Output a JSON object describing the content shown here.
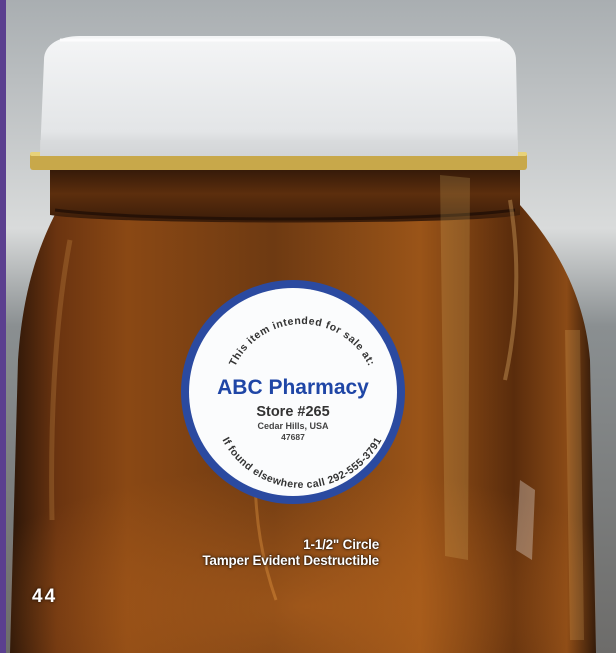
{
  "label": {
    "arc_top": "This item intended for sale at:",
    "arc_bottom": "If found elsewhere call 292-555-3791",
    "pharmacy_name": "ABC Pharmacy",
    "store": "Store #265",
    "city": "Cedar Hills, USA",
    "zip": "47687"
  },
  "caption": {
    "line1": "1-1/2\" Circle",
    "line2": "Tamper Evident Destructible"
  },
  "page_number": "44",
  "colors": {
    "label_ring": "#2b4aa0",
    "label_text": "#1f46a6",
    "accent_bar": "#5b3f8f"
  }
}
